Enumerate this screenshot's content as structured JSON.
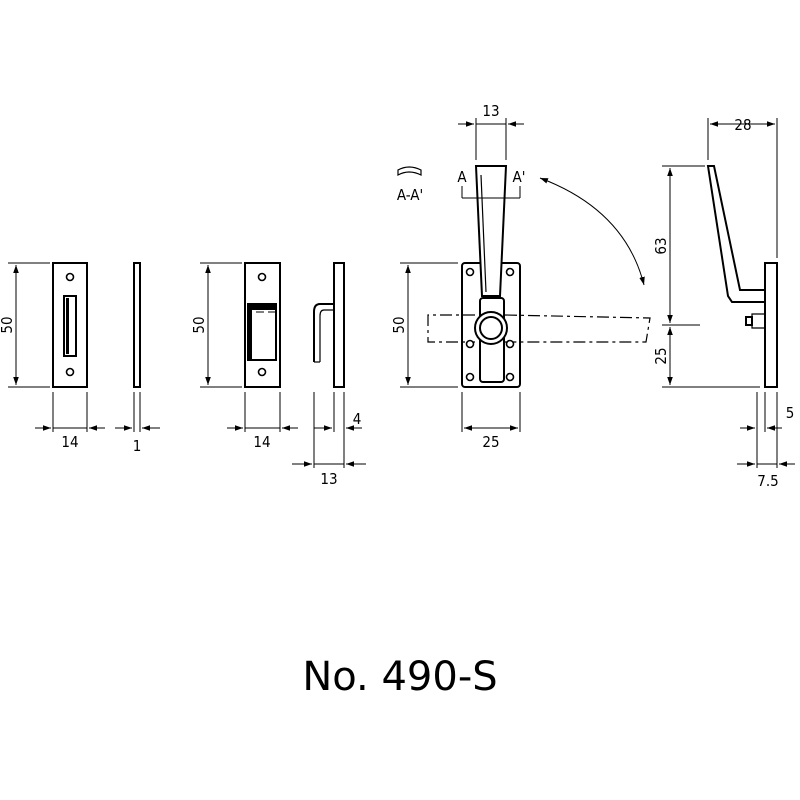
{
  "title": "No. 490-S",
  "section_label": "A-A'",
  "marker_a": "A",
  "marker_a_prime": "A'",
  "dimensions": {
    "strike_plate_height": "50",
    "strike_plate_width": "14",
    "strike_plate_thickness": "1",
    "strike_box_height": "50",
    "strike_box_width": "14",
    "strike_box_depth_small": "4",
    "strike_box_depth_total": "13",
    "latch_handle_width": "13",
    "latch_base_height": "50",
    "latch_base_width": "25",
    "side_total_width": "28",
    "side_handle_height": "63",
    "side_lower_height": "25",
    "side_small": "5",
    "side_total": "7.5"
  }
}
